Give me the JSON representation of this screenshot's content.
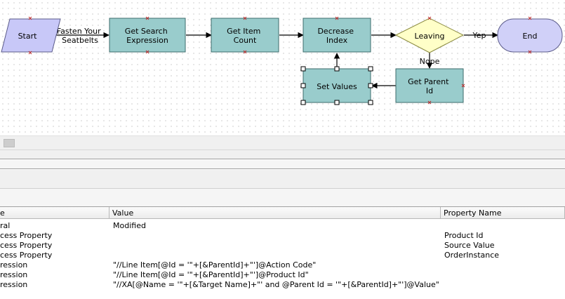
{
  "diagram": {
    "nodes": {
      "start": "Start",
      "get_search_expression": "Get Search Expression",
      "get_item_count": "Get Item Count",
      "decrease_index": "Decrease Index",
      "leaving": "Leaving",
      "end": "End",
      "set_values": "Set Values",
      "get_parent_id": "Get Parent Id"
    },
    "edges": {
      "fasten": "Fasten Your Seatbelts",
      "yep": "Yep",
      "nope": "Nope"
    },
    "colors": {
      "start_fill": "#c8c8f8",
      "task_fill": "#99cccc",
      "decision_fill": "#ffffc8",
      "end_fill": "#d0d0f8"
    }
  },
  "properties": {
    "headers": [
      "e",
      "Value",
      "Property Name"
    ],
    "rows": [
      {
        "type": "ral",
        "value": "Modified",
        "name": ""
      },
      {
        "type": "cess Property",
        "value": "",
        "name": "Product Id"
      },
      {
        "type": "cess Property",
        "value": "",
        "name": "Source Value"
      },
      {
        "type": "cess Property",
        "value": "",
        "name": "OrderInstance"
      },
      {
        "type": "ression",
        "value": "\"//Line Item[@Id = '\"+[&ParentId]+\"']@Action Code\"",
        "name": ""
      },
      {
        "type": "ression",
        "value": "\"//Line Item[@Id = '\"+[&ParentId]+\"']@Product Id\"",
        "name": ""
      },
      {
        "type": "ression",
        "value": "\"//XA[@Name = '\"+[&Target Name]+\"' and @Parent Id = '\"+[&ParentId]+\"']@Value\"",
        "name": ""
      }
    ]
  }
}
